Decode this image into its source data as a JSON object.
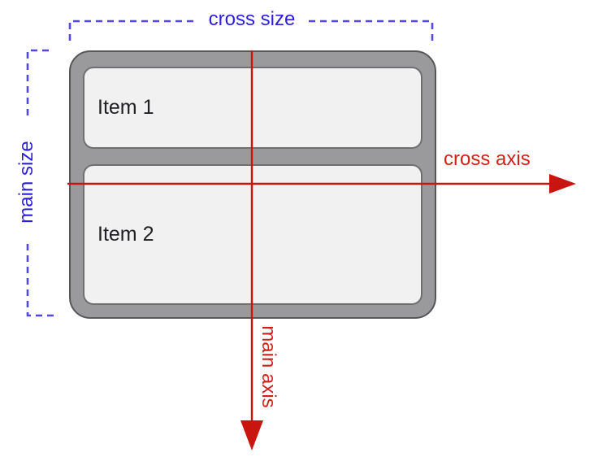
{
  "diagram": {
    "title": "flexbox column axes diagram"
  },
  "labels": {
    "cross_size": "cross size",
    "main_size": "main size",
    "cross_axis": "cross axis",
    "main_axis": "main axis"
  },
  "items": [
    {
      "label": "Item 1"
    },
    {
      "label": "Item 2"
    }
  ],
  "colors": {
    "page_bg": "#ffffff",
    "blue_text": "#2b1edc",
    "blue_dash": "#5246f0",
    "red_line": "#c9150f",
    "red_text": "#d22016",
    "container_fill": "#9a9a9c",
    "container_border": "#57575a",
    "item_fill": "#f1f1f1",
    "item_border": "#707073",
    "item_text": "#202124"
  }
}
